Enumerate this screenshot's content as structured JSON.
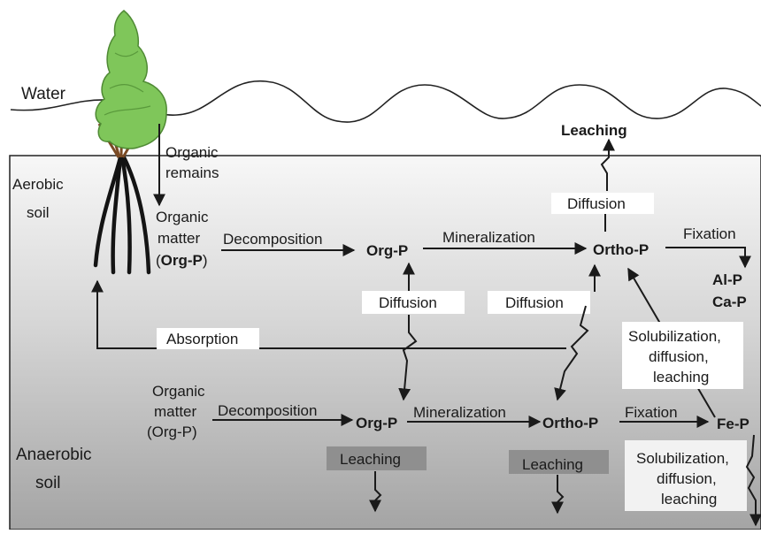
{
  "zones": {
    "water": "Water",
    "aerobic_line1": "Aerobic",
    "aerobic_line2": "soil",
    "anaerobic_line1": "Anaerobic",
    "anaerobic_line2": "soil"
  },
  "aerobic": {
    "organic_remains_1": "Organic",
    "organic_remains_2": "remains",
    "organic_matter_1": "Organic",
    "organic_matter_2": "matter",
    "organic_matter_3_open": "(",
    "organic_matter_3_bold": "Org-P",
    "organic_matter_3_close": ")",
    "decomposition": "Decomposition",
    "org_p": "Org-P",
    "mineralization": "Mineralization",
    "ortho_p": "Ortho-P",
    "fixation": "Fixation",
    "al_p": "Al-P",
    "ca_p": "Ca-P",
    "diffusion_up": "Diffusion",
    "leaching_top": "Leaching"
  },
  "exchange": {
    "diffusion_left": "Diffusion",
    "diffusion_right": "Diffusion",
    "absorption": "Absorption",
    "solubilization_1": "Solubilization,",
    "solubilization_2": "diffusion,",
    "solubilization_3": "leaching"
  },
  "anaerobic": {
    "organic_matter_1": "Organic",
    "organic_matter_2": "matter",
    "organic_matter_3": "(Org-P)",
    "decomposition": "Decomposition",
    "org_p": "Org-P",
    "mineralization": "Mineralization",
    "ortho_p": "Ortho-P",
    "fixation": "Fixation",
    "fe_p": "Fe-P",
    "leaching_1": "Leaching",
    "leaching_2": "Leaching",
    "solubilization_1": "Solubilization,",
    "solubilization_2": "diffusion,",
    "solubilization_3": "leaching"
  }
}
